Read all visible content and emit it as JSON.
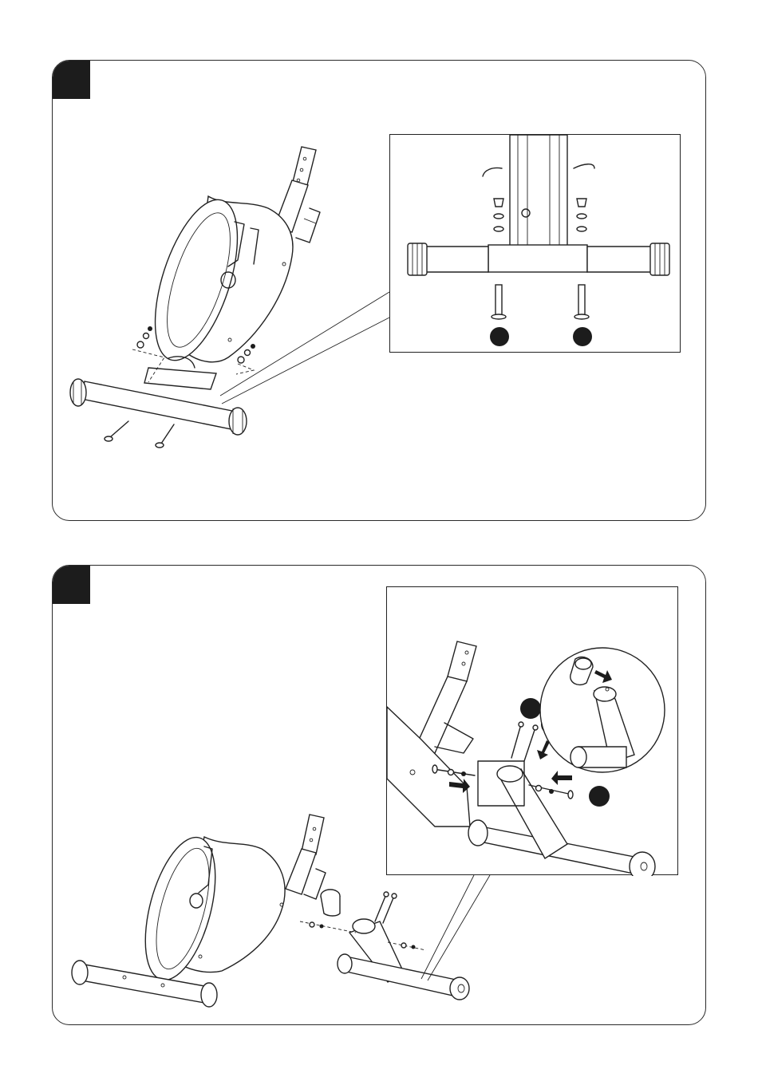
{
  "page": {
    "steps": [
      {
        "marker_label": "",
        "parts": [
          "flywheel-housing",
          "front-stabilizer",
          "carriage-bolt",
          "washer",
          "cap-nut"
        ],
        "callouts": [
          "",
          ""
        ]
      },
      {
        "marker_label": "",
        "parts": [
          "main-frame",
          "rear-stabilizer",
          "bolt",
          "washer",
          "nut",
          "handlebar-post",
          "sleeve"
        ],
        "callouts": [
          "",
          "",
          ""
        ]
      }
    ]
  }
}
